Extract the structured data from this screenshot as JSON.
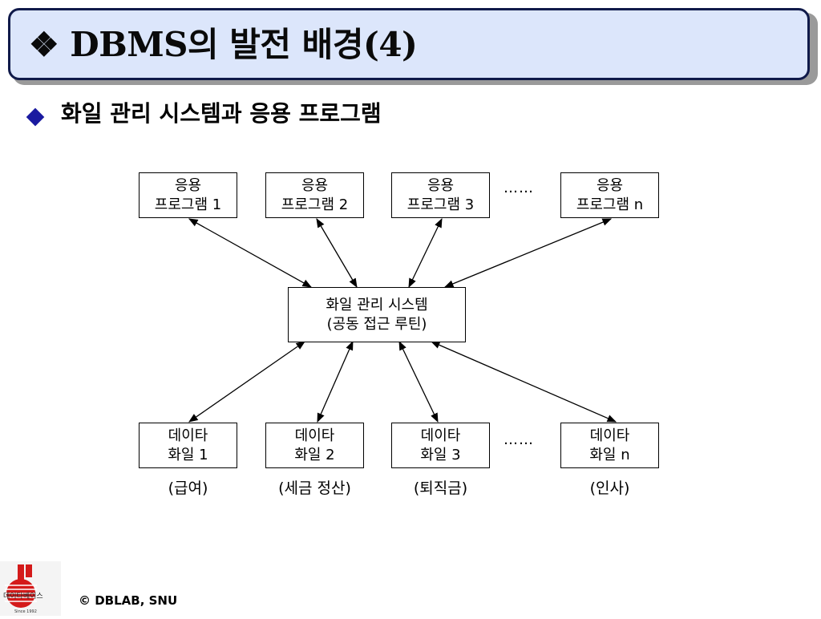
{
  "slide": {
    "title": "❖ DBMS의 발전 배경(4)",
    "subtitle": "화일 관리 시스템과 응용 프로그램"
  },
  "diagram": {
    "programs": [
      {
        "line1": "응용",
        "line2": "프로그램 1"
      },
      {
        "line1": "응용",
        "line2": "프로그램 2"
      },
      {
        "line1": "응용",
        "line2": "프로그램 3"
      },
      {
        "line1": "응용",
        "line2": "프로그램 n"
      }
    ],
    "program_ellipsis": "……",
    "center": {
      "line1": "화일 관리 시스템",
      "line2": "(공동 접근 루틴)"
    },
    "files": [
      {
        "line1": "데이타",
        "line2": "화일 1",
        "caption": "(급여)"
      },
      {
        "line1": "데이타",
        "line2": "화일 2",
        "caption": "(세금 정산)"
      },
      {
        "line1": "데이타",
        "line2": "화일 3",
        "caption": "(퇴직금)"
      },
      {
        "line1": "데이타",
        "line2": "화일 n",
        "caption": "(인사)"
      }
    ],
    "file_ellipsis": "……"
  },
  "footer": {
    "logo_text": "데이타베이스",
    "logo_since": "Since 1992",
    "copyright": "© DBLAB, SNU"
  }
}
